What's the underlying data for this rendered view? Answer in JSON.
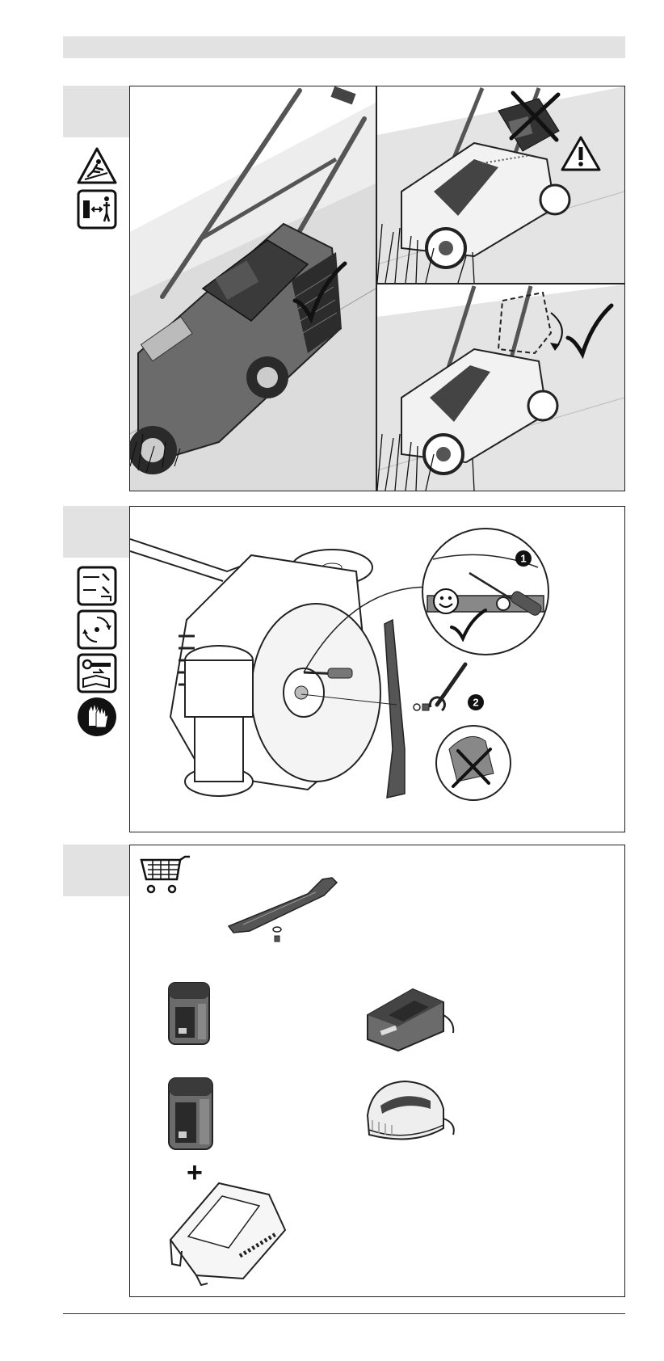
{
  "colors": {
    "header_bar": "#e2e2e2",
    "tab": "#e2e2e2",
    "panel_border": "#222222",
    "mower_body": "#6b6b6b",
    "mower_dark": "#3a3a3a",
    "slope_light": "#ededed"
  },
  "section_1": {
    "symbols": [
      "operator-slip-hazard-icon",
      "keep-bystanders-away-icon"
    ],
    "figures": [
      {
        "name": "mower-crossing-slope",
        "status": "check-mark-icon"
      },
      {
        "name": "mower-with-catcher-on-slope",
        "status": "cross-mark-icon",
        "warning": "warning-triangle-icon"
      },
      {
        "name": "mower-catcher-removed-on-slope",
        "status": "check-mark-icon"
      }
    ]
  },
  "section_2": {
    "symbols": [
      "disconnect-battery-icon",
      "wait-rotor-stop-icon",
      "remove-key-read-manual-icon",
      "wear-gloves-icon"
    ],
    "callouts": [
      "1",
      "2"
    ],
    "notes": [
      "smiley-icon",
      "check-mark-icon",
      "cross-mark-icon"
    ]
  },
  "section_3": {
    "symbols": [
      "shopping-cart-icon"
    ],
    "accessories": [
      "replacement-blade",
      "battery-small",
      "fast-charger",
      "battery-large",
      "standard-charger",
      "grass-catcher-box"
    ],
    "plus": "+"
  }
}
